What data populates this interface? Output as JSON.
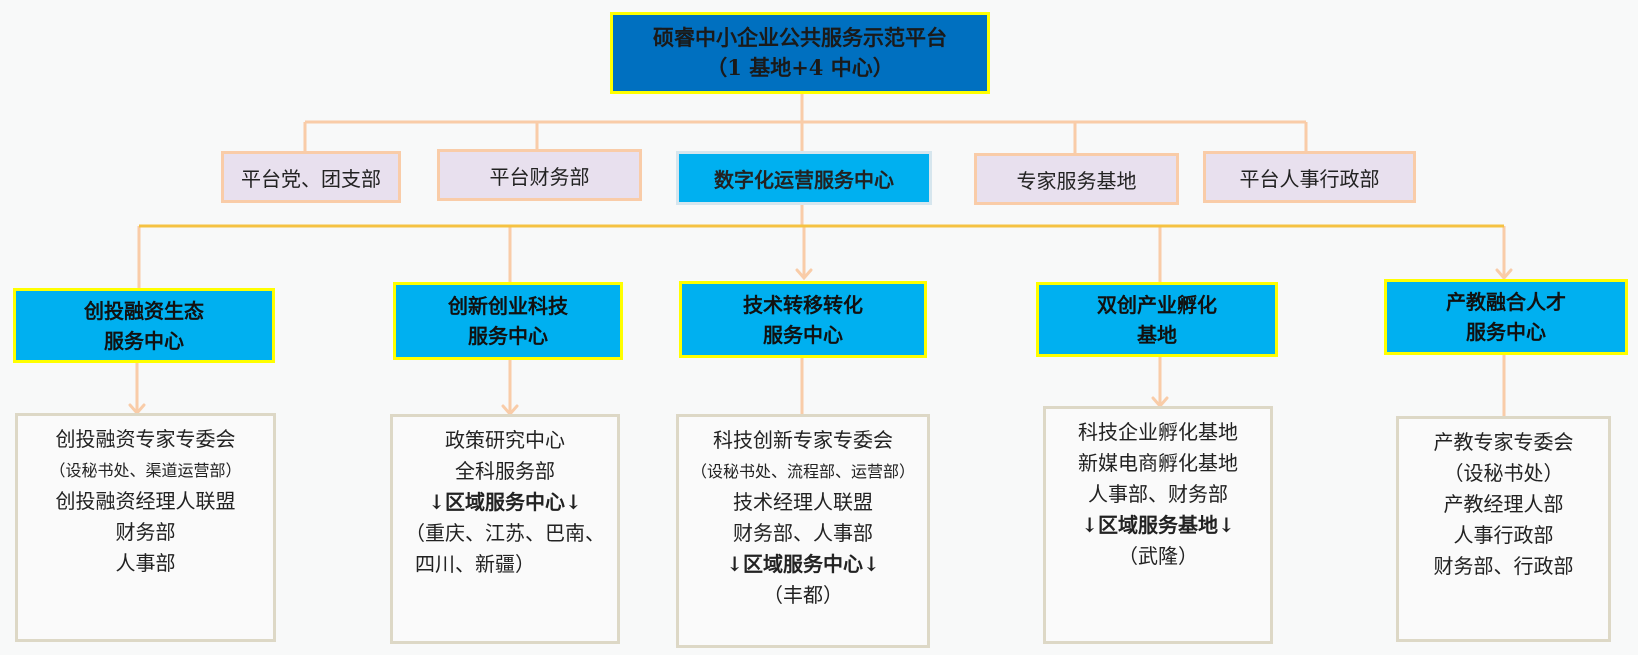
{
  "top": {
    "title": "硕睿中小企业公共服务示范平台",
    "subtitle": "（1 基地+4 中心）"
  },
  "departments": {
    "party": "平台党、团支部",
    "finance": "平台财务部",
    "digital": "数字化运营服务中心",
    "expert_base": "专家服务基地",
    "hr_admin": "平台人事行政部"
  },
  "centers": [
    {
      "line1": "创投融资生态",
      "line2": "服务中心",
      "details": [
        "创投融资专家专委会",
        "（设秘书处、渠道运营部）",
        "创投融资经理人联盟",
        "财务部",
        "人事部"
      ]
    },
    {
      "line1": "创新创业科技",
      "line2": "服务中心",
      "details": [
        "政策研究中心",
        "全科服务部",
        "↓区域服务中心↓",
        "（重庆、江苏、巴南、",
        "四川、新疆）"
      ]
    },
    {
      "line1": "技术转移转化",
      "line2": "服务中心",
      "details": [
        "科技创新专家专委会",
        "（设秘书处、流程部、运营部）",
        "技术经理人联盟",
        "财务部、人事部",
        "↓区域服务中心↓",
        "（丰都）"
      ]
    },
    {
      "line1": "双创产业孵化",
      "line2": "基地",
      "details": [
        "科技企业孵化基地",
        "新媒电商孵化基地",
        "人事部、财务部",
        "↓区域服务基地↓",
        "（武隆）"
      ]
    },
    {
      "line1": "产教融合人才",
      "line2": "服务中心",
      "details": [
        "产教专家专委会",
        "（设秘书处）",
        "产教经理人部",
        "人事行政部",
        "财务部、行政部"
      ]
    }
  ],
  "colors": {
    "top_fill": "#0070c0",
    "center_fill": "#00b0f0",
    "highlight_border": "#ffff00",
    "dept_fill": "#e8e0ee",
    "connector": "#f9cca8",
    "horizontal_bus": "#f5c242"
  }
}
